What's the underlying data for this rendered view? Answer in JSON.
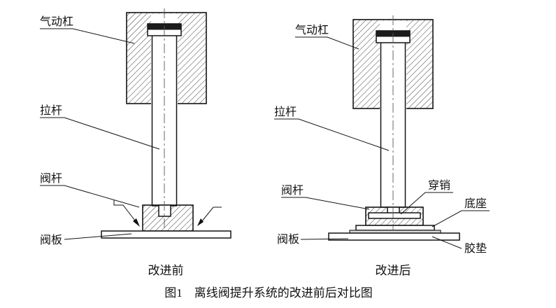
{
  "figure": {
    "caption": "图1　离线阀提升系统的改进前后对比图",
    "before": {
      "caption": "改进前",
      "labels": {
        "pneumatic": "气动杠",
        "rod": "拉杆",
        "stem": "阀杆",
        "plate": "阀板"
      }
    },
    "after": {
      "caption": "改进后",
      "labels": {
        "pneumatic": "气动杠",
        "rod": "拉杆",
        "stem": "阀杆",
        "pin": "穿销",
        "base": "底座",
        "plate": "阀板",
        "pad": "胶垫"
      }
    }
  }
}
